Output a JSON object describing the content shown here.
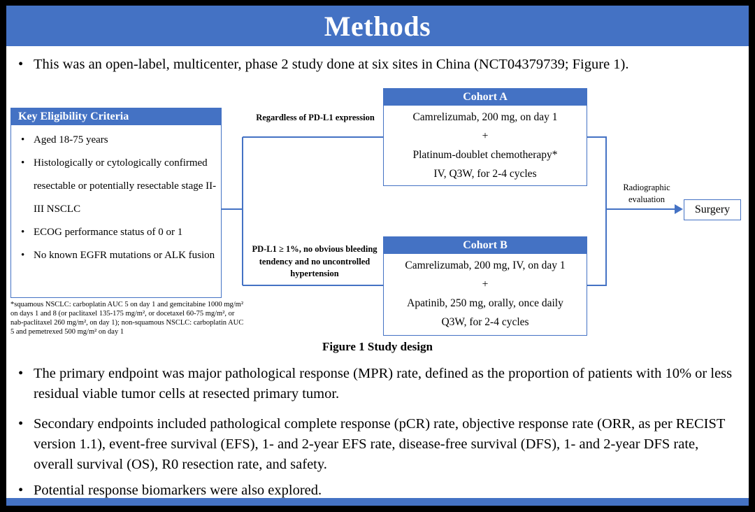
{
  "title": "Methods",
  "intro_bullet": "This was an open-label, multicenter, phase 2 study done at six sites in China (NCT04379739; Figure 1).",
  "figure": {
    "eligibility": {
      "header": "Key Eligibility Criteria",
      "items": [
        "Aged 18-75 years",
        "Histologically or cytologically confirmed resectable or potentially resectable stage II-III NSCLC",
        "ECOG performance status of 0 or 1",
        "No known EGFR mutations or ALK fusion"
      ]
    },
    "branch_a_label": "Regardless of PD-L1 expression",
    "branch_b_label": "PD-L1 ≥ 1%, no obvious bleeding tendency and no uncontrolled hypertension",
    "cohort_a": {
      "header": "Cohort A",
      "lines": [
        "Camrelizumab, 200 mg, on day 1",
        "+",
        "Platinum-doublet chemotherapy*",
        "IV, Q3W, for 2-4 cycles"
      ]
    },
    "cohort_b": {
      "header": "Cohort B",
      "lines": [
        "Camrelizumab, 200 mg, IV, on day 1",
        "+",
        "Apatinib, 250 mg, orally, once daily",
        "Q3W, for 2-4 cycles"
      ]
    },
    "radiographic_label": "Radiographic evaluation",
    "surgery_label": "Surgery",
    "footnote": "*squamous NSCLC: carboplatin AUC 5 on day 1 and gemcitabine 1000 mg/m² on days 1 and 8 (or paclitaxel 135-175 mg/m², or docetaxel 60-75 mg/m², or nab-paclitaxel 260 mg/m², on day 1); non-squamous NSCLC: carboplatin AUC 5 and pemetrexed 500 mg/m² on day 1",
    "caption": "Figure 1 Study design"
  },
  "bullets": [
    "The primary endpoint was major pathological response (MPR) rate, defined as the proportion of patients with 10% or less residual viable tumor cells at resected primary tumor.",
    "Secondary endpoints included pathological complete response (pCR) rate, objective response rate (ORR, as per RECIST version 1.1), event-free survival (EFS), 1- and 2-year EFS rate, disease-free survival (DFS), 1- and 2-year DFS rate, overall survival (OS), R0 resection rate, and safety.",
    "Potential response biomarkers were also explored."
  ],
  "colors": {
    "accent_blue": "#4472C4",
    "frame_black": "#000000"
  }
}
